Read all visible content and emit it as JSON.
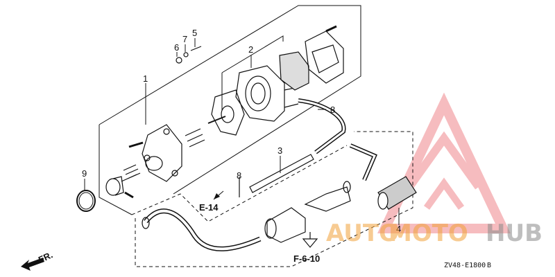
{
  "callouts": {
    "p1": "1",
    "p2": "2",
    "p3": "3",
    "p4": "4",
    "p5": "5",
    "p6": "6",
    "p7": "7",
    "p8a": "8",
    "p8b": "8",
    "p9": "9"
  },
  "references": {
    "e14": "E-14",
    "f610": "F-6-10",
    "front": "FR."
  },
  "diagram_code": "ZV48-E1800",
  "diagram_rev": "B",
  "watermark": {
    "part1": "AUTO",
    "part2": "MOTO",
    "part3": "HUB",
    "color_red": "#e8424a",
    "color_orange": "#f2a23a",
    "color_grey": "#8a8a8a"
  }
}
